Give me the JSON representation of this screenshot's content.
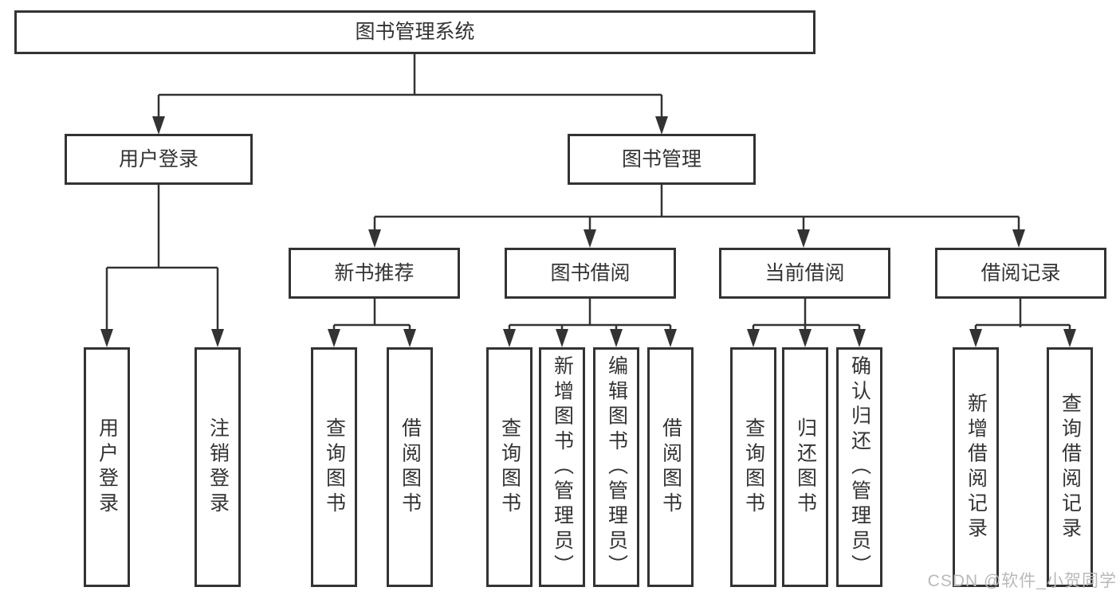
{
  "tree": {
    "label": "图书管理系统",
    "children": [
      {
        "label": "用户登录",
        "children": [
          {
            "label": "用户登录"
          },
          {
            "label": "注销登录"
          }
        ]
      },
      {
        "label": "图书管理",
        "children": [
          {
            "label": "新书推荐",
            "children": [
              {
                "label": "查询图书"
              },
              {
                "label": "借阅图书"
              }
            ]
          },
          {
            "label": "图书借阅",
            "children": [
              {
                "label": "查询图书"
              },
              {
                "label": "新增图书（管理员）"
              },
              {
                "label": "编辑图书（管理员）"
              },
              {
                "label": "借阅图书"
              }
            ]
          },
          {
            "label": "当前借阅",
            "children": [
              {
                "label": "查询图书"
              },
              {
                "label": "归还图书"
              },
              {
                "label": "确认归还（管理员）"
              }
            ]
          },
          {
            "label": "借阅记录",
            "children": [
              {
                "label": "新增借阅记录"
              },
              {
                "label": "查询借阅记录"
              }
            ]
          }
        ]
      }
    ]
  },
  "watermark": "CSDN @软件_小贺同学",
  "colors": {
    "line": "#333333",
    "box_border": "#333333",
    "text": "#333333",
    "watermark": "#b9b9b9",
    "background": "#ffffff"
  }
}
